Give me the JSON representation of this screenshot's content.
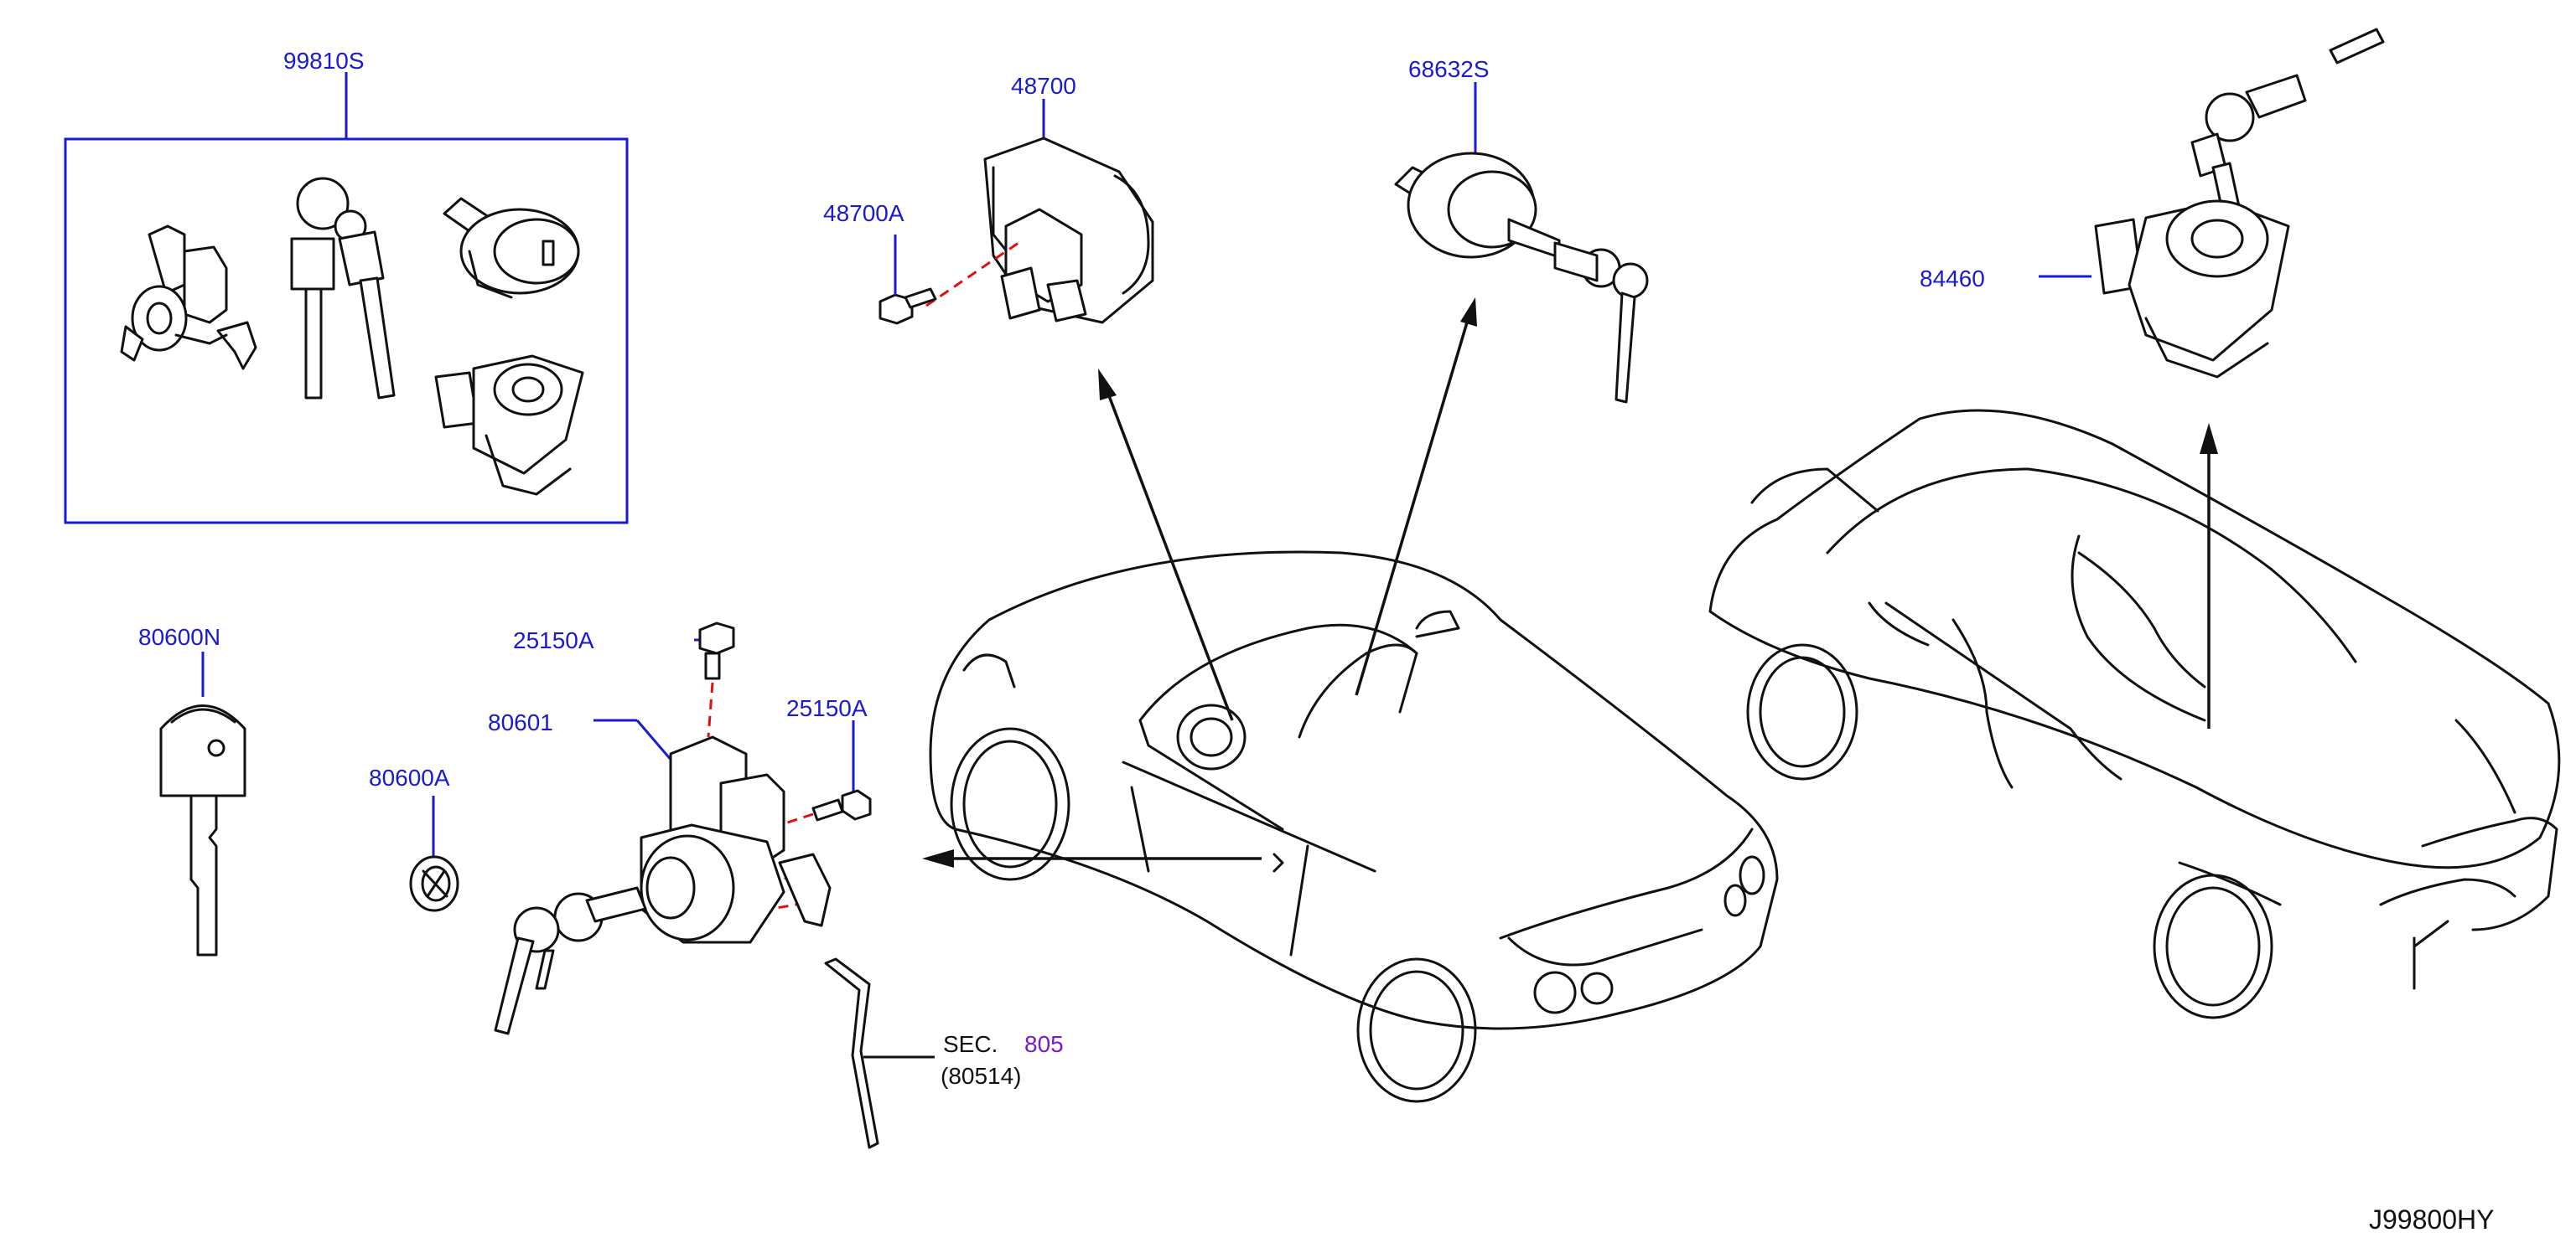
{
  "labels": {
    "kit": "99810S",
    "switch_48700": "48700",
    "bolt_48700A": "48700A",
    "cyl_68632S": "68632S",
    "lock_84460": "84460",
    "key_80600N": "80600N",
    "bolt_25150A_top": "25150A",
    "door_80601": "80601",
    "bolt_25150A_right": "25150A",
    "cap_80600A": "80600A",
    "sec_prefix": "SEC.",
    "sec_number": "805",
    "sec_ref": "(80514)"
  },
  "diagram_code": "J99800HY",
  "colors": {
    "label": "#1a1ad0",
    "section_link": "#7a1ad0",
    "dashed_guide": "#e01010",
    "line_art": "#111111"
  }
}
